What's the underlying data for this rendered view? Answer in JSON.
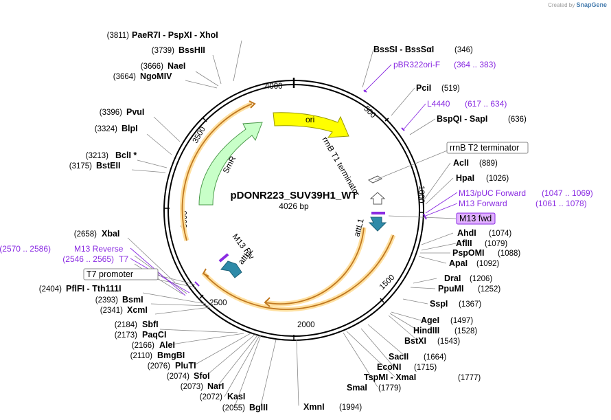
{
  "branding": {
    "created_by": "Created by",
    "app": "SnapGene"
  },
  "plasmid": {
    "name": "pDONR223_SUV39H1_WT",
    "size_label": "4026 bp",
    "length": 4026
  },
  "ticks": [
    {
      "pos": 500,
      "label": "500"
    },
    {
      "pos": 1000,
      "label": "1000"
    },
    {
      "pos": 1500,
      "label": "1500"
    },
    {
      "pos": 2000,
      "label": "2000"
    },
    {
      "pos": 2500,
      "label": "2500"
    },
    {
      "pos": 3000,
      "label": "3000"
    },
    {
      "pos": 3500,
      "label": "3500"
    },
    {
      "pos": 4000,
      "label": "4000"
    }
  ],
  "features": [
    {
      "name": "ori",
      "label": "ori",
      "color": "#ffff00",
      "stroke": "#9a9a00"
    },
    {
      "name": "smr",
      "label": "SmR",
      "color": "#c8ffc8",
      "stroke": "#4a9a4a"
    },
    {
      "name": "rrnb-t1",
      "label": "rrnB T1 terminator"
    },
    {
      "name": "attl1",
      "label": "attL1",
      "color": "#2e8aa8"
    },
    {
      "name": "m13-rev",
      "label": "M13 rev"
    },
    {
      "name": "attl2",
      "label": "attL2",
      "color": "#2e8aa8"
    }
  ],
  "sites": [
    {
      "name": "PaeR7I",
      "text": "PaeR7I  - PspXI  - XhoI",
      "pos": "(3811)"
    },
    {
      "name": "BssHII",
      "text": "BssHII",
      "pos": "(3739)"
    },
    {
      "name": "NaeI",
      "text": "NaeI",
      "pos": "(3666)"
    },
    {
      "name": "NgoMIV",
      "text": "NgoMIV",
      "pos": "(3664)"
    },
    {
      "name": "PvuI",
      "text": "PvuI",
      "pos": "(3396)"
    },
    {
      "name": "BlpI",
      "text": "BlpI",
      "pos": "(3324)"
    },
    {
      "name": "BclI",
      "text": "BclI *",
      "pos": "(3213)"
    },
    {
      "name": "BstEII",
      "text": "BstEII",
      "pos": "(3175)"
    },
    {
      "name": "XbaI",
      "text": "XbaI",
      "pos": "(2658)"
    },
    {
      "name": "PflFI",
      "text": "PflFI  - Tth111I",
      "pos": "(2404)"
    },
    {
      "name": "BsmI",
      "text": "BsmI",
      "pos": "(2393)"
    },
    {
      "name": "XcmI",
      "text": "XcmI",
      "pos": "(2341)"
    },
    {
      "name": "SbfI",
      "text": "SbfI",
      "pos": "(2184)"
    },
    {
      "name": "PaqCI",
      "text": "PaqCI",
      "pos": "(2173)"
    },
    {
      "name": "AleI",
      "text": "AleI",
      "pos": "(2166)"
    },
    {
      "name": "BmgBI",
      "text": "BmgBI",
      "pos": "(2110)"
    },
    {
      "name": "PluTI",
      "text": "PluTI",
      "pos": "(2076)"
    },
    {
      "name": "SfoI",
      "text": "SfoI",
      "pos": "(2074)"
    },
    {
      "name": "NarI",
      "text": "NarI",
      "pos": "(2073)"
    },
    {
      "name": "KasI",
      "text": "KasI",
      "pos": "(2072)"
    },
    {
      "name": "BglII",
      "text": "BglII",
      "pos": "(2055)"
    },
    {
      "name": "XmnI",
      "text": "XmnI",
      "pos": "(1994)"
    },
    {
      "name": "SmaI",
      "text": "SmaI",
      "pos": "(1779)"
    },
    {
      "name": "TspMI",
      "text": "TspMI  - XmaI",
      "pos": "(1777)"
    },
    {
      "name": "EcoNI",
      "text": "EcoNI",
      "pos": "(1715)"
    },
    {
      "name": "SacII",
      "text": "SacII",
      "pos": "(1664)"
    },
    {
      "name": "BstXI",
      "text": "BstXI",
      "pos": "(1543)"
    },
    {
      "name": "HindIII",
      "text": "HindIII",
      "pos": "(1528)"
    },
    {
      "name": "AgeI",
      "text": "AgeI",
      "pos": "(1497)"
    },
    {
      "name": "SspI",
      "text": "SspI",
      "pos": "(1367)"
    },
    {
      "name": "PpuMI",
      "text": "PpuMI",
      "pos": "(1252)"
    },
    {
      "name": "DraI",
      "text": "DraI",
      "pos": "(1206)"
    },
    {
      "name": "ApaI",
      "text": "ApaI",
      "pos": "(1092)"
    },
    {
      "name": "PspOMI",
      "text": "PspOMI",
      "pos": "(1088)"
    },
    {
      "name": "AflII",
      "text": "AflII",
      "pos": "(1079)"
    },
    {
      "name": "AhdI",
      "text": "AhdI",
      "pos": "(1074)"
    },
    {
      "name": "HpaI",
      "text": "HpaI",
      "pos": "(1026)"
    },
    {
      "name": "AclI",
      "text": "AclI",
      "pos": "(889)"
    },
    {
      "name": "BspQI",
      "text": "BspQI  - SapI",
      "pos": "(636)"
    },
    {
      "name": "PciI",
      "text": "PciI",
      "pos": "(519)"
    },
    {
      "name": "BssSI",
      "text": "BssSI  - BssSαI",
      "pos": "(346)"
    }
  ],
  "primers": [
    {
      "name": "pBR322ori-F",
      "text": "pBR322ori-F",
      "pos": "(364 .. 383)"
    },
    {
      "name": "L4440",
      "text": "L4440",
      "pos": "(617 .. 634)"
    },
    {
      "name": "M13pUC",
      "text": "M13/pUC Forward",
      "pos": "(1047 .. 1069)"
    },
    {
      "name": "M13F",
      "text": "M13 Forward",
      "pos": "(1061 .. 1078)"
    },
    {
      "name": "M13fwd",
      "text": "M13 fwd"
    },
    {
      "name": "M13Rev",
      "text": "M13 Reverse",
      "pos": "(2570 .. 2586)"
    },
    {
      "name": "T7",
      "text": "T7",
      "pos": "(2546 .. 2565)"
    }
  ],
  "boxed": {
    "rrnb_t2": "rrnB T2 terminator",
    "t7_promoter": "T7 promoter"
  },
  "colors": {
    "primer": "#8a2be2",
    "cds_fill": "#ffe0a0",
    "cds_stroke": "#c07820",
    "attl": "#2e8aa8"
  }
}
